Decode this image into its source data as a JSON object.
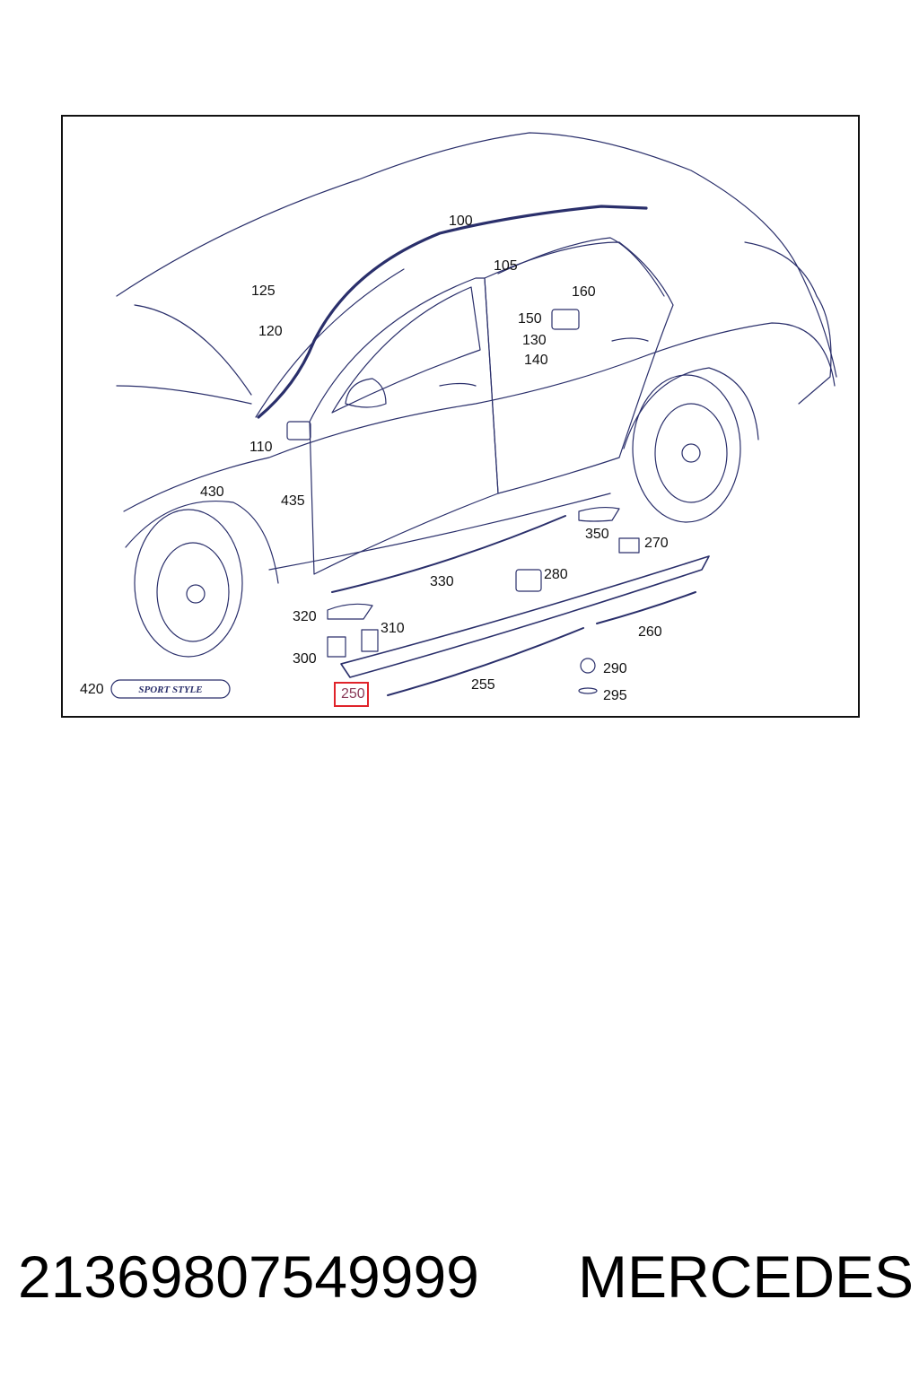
{
  "diagram": {
    "callouts": [
      {
        "id": "100",
        "label": "100"
      },
      {
        "id": "105",
        "label": "105"
      },
      {
        "id": "110",
        "label": "110"
      },
      {
        "id": "120",
        "label": "120"
      },
      {
        "id": "125",
        "label": "125"
      },
      {
        "id": "130",
        "label": "130"
      },
      {
        "id": "140",
        "label": "140"
      },
      {
        "id": "150",
        "label": "150"
      },
      {
        "id": "160",
        "label": "160"
      },
      {
        "id": "250",
        "label": "250"
      },
      {
        "id": "255",
        "label": "255"
      },
      {
        "id": "260",
        "label": "260"
      },
      {
        "id": "270",
        "label": "270"
      },
      {
        "id": "280",
        "label": "280"
      },
      {
        "id": "290",
        "label": "290"
      },
      {
        "id": "295",
        "label": "295"
      },
      {
        "id": "300",
        "label": "300"
      },
      {
        "id": "310",
        "label": "310"
      },
      {
        "id": "320",
        "label": "320"
      },
      {
        "id": "330",
        "label": "330"
      },
      {
        "id": "350",
        "label": "350"
      },
      {
        "id": "420",
        "label": "420"
      },
      {
        "id": "430",
        "label": "430"
      },
      {
        "id": "435",
        "label": "435"
      }
    ],
    "highlighted_callout": "250",
    "badge_text": "SPORT STYLE",
    "line_color": "#2a2f6b",
    "highlight_color": "#e0232a"
  },
  "footer": {
    "part_number": "21369807549999",
    "brand": "MERCEDES"
  }
}
